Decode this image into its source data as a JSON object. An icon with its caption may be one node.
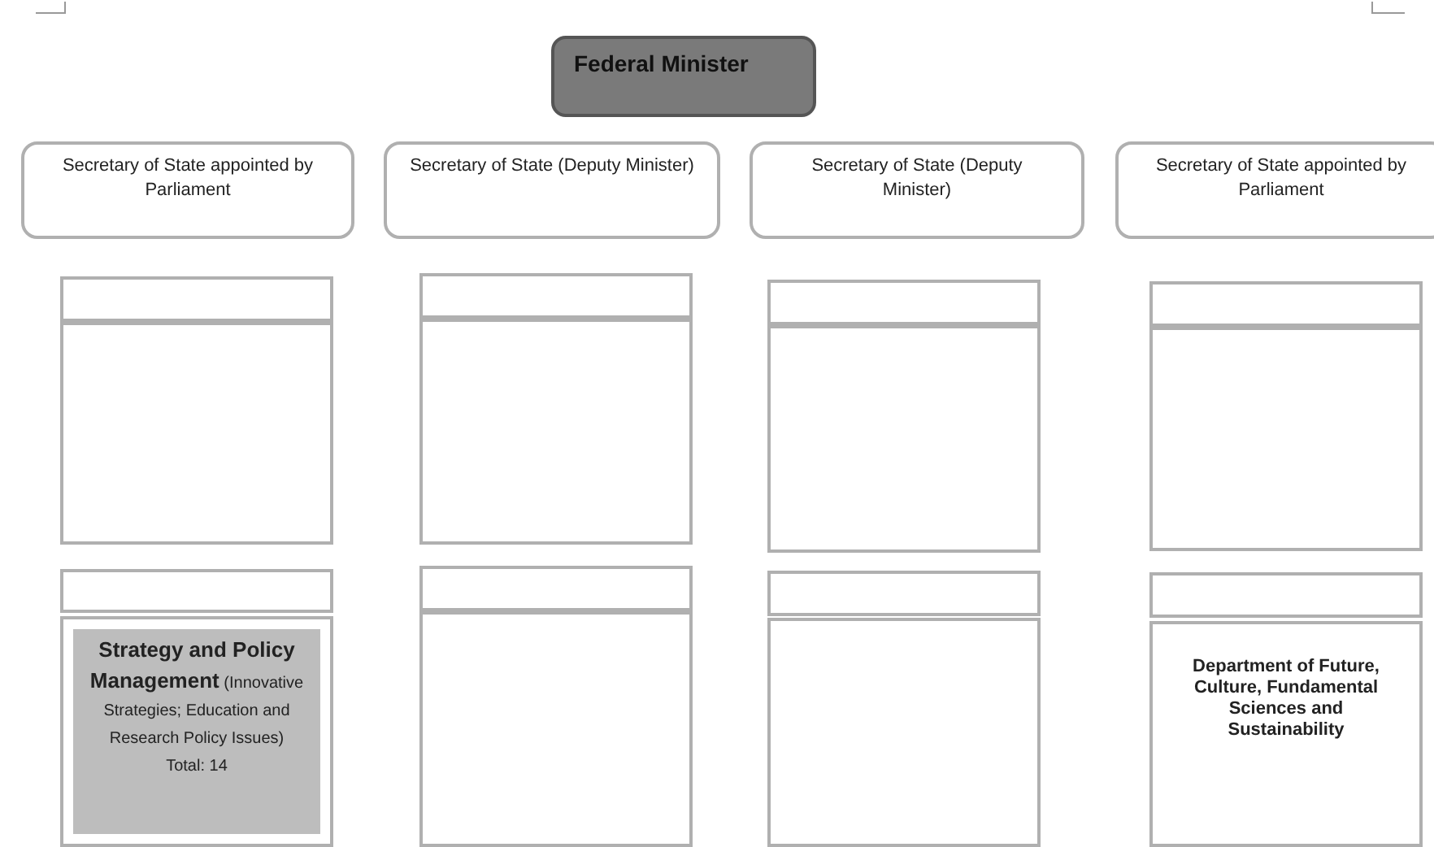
{
  "diagram": {
    "nodes": [
      {
        "text": [
          "Federal Minister"
        ]
      },
      {
        "text": [
          "Secretary of State appointed by Parliament"
        ]
      },
      {
        "text": [
          "Secretary of State (Deputy Minister)"
        ]
      },
      {
        "text": [
          "Secretary of State (Deputy Minister)"
        ]
      },
      {
        "text": [
          "Secretary of State appointed by Parliament"
        ]
      },
      {
        "text": [],
        "shape": "box"
      },
      {
        "text": [],
        "shape": "box"
      },
      {
        "text": [],
        "shape": "box"
      },
      {
        "text": [],
        "shape": "box"
      },
      {
        "text": [],
        "shape": "box"
      },
      {
        "text": [],
        "shape": "box"
      },
      {
        "text": [],
        "shape": "box"
      },
      {
        "text": [],
        "shape": "box"
      },
      {
        "text": [],
        "shape": "box"
      },
      {
        "text": [],
        "shape": "box"
      },
      {
        "text": [],
        "shape": "box"
      },
      {
        "text": [],
        "shape": "box"
      },
      {
        "text": [
          "**Strategy and Policy Management** (Innovative Strategies; Education and Research Policy Issues)",
          "Total: 14"
        ]
      },
      {
        "text": [],
        "shape": "box"
      },
      {
        "text": [],
        "shape": "box"
      },
      {
        "text": [
          "Department of Future, Culture, Fundamental Sciences and Sustainability"
        ]
      }
    ]
  }
}
